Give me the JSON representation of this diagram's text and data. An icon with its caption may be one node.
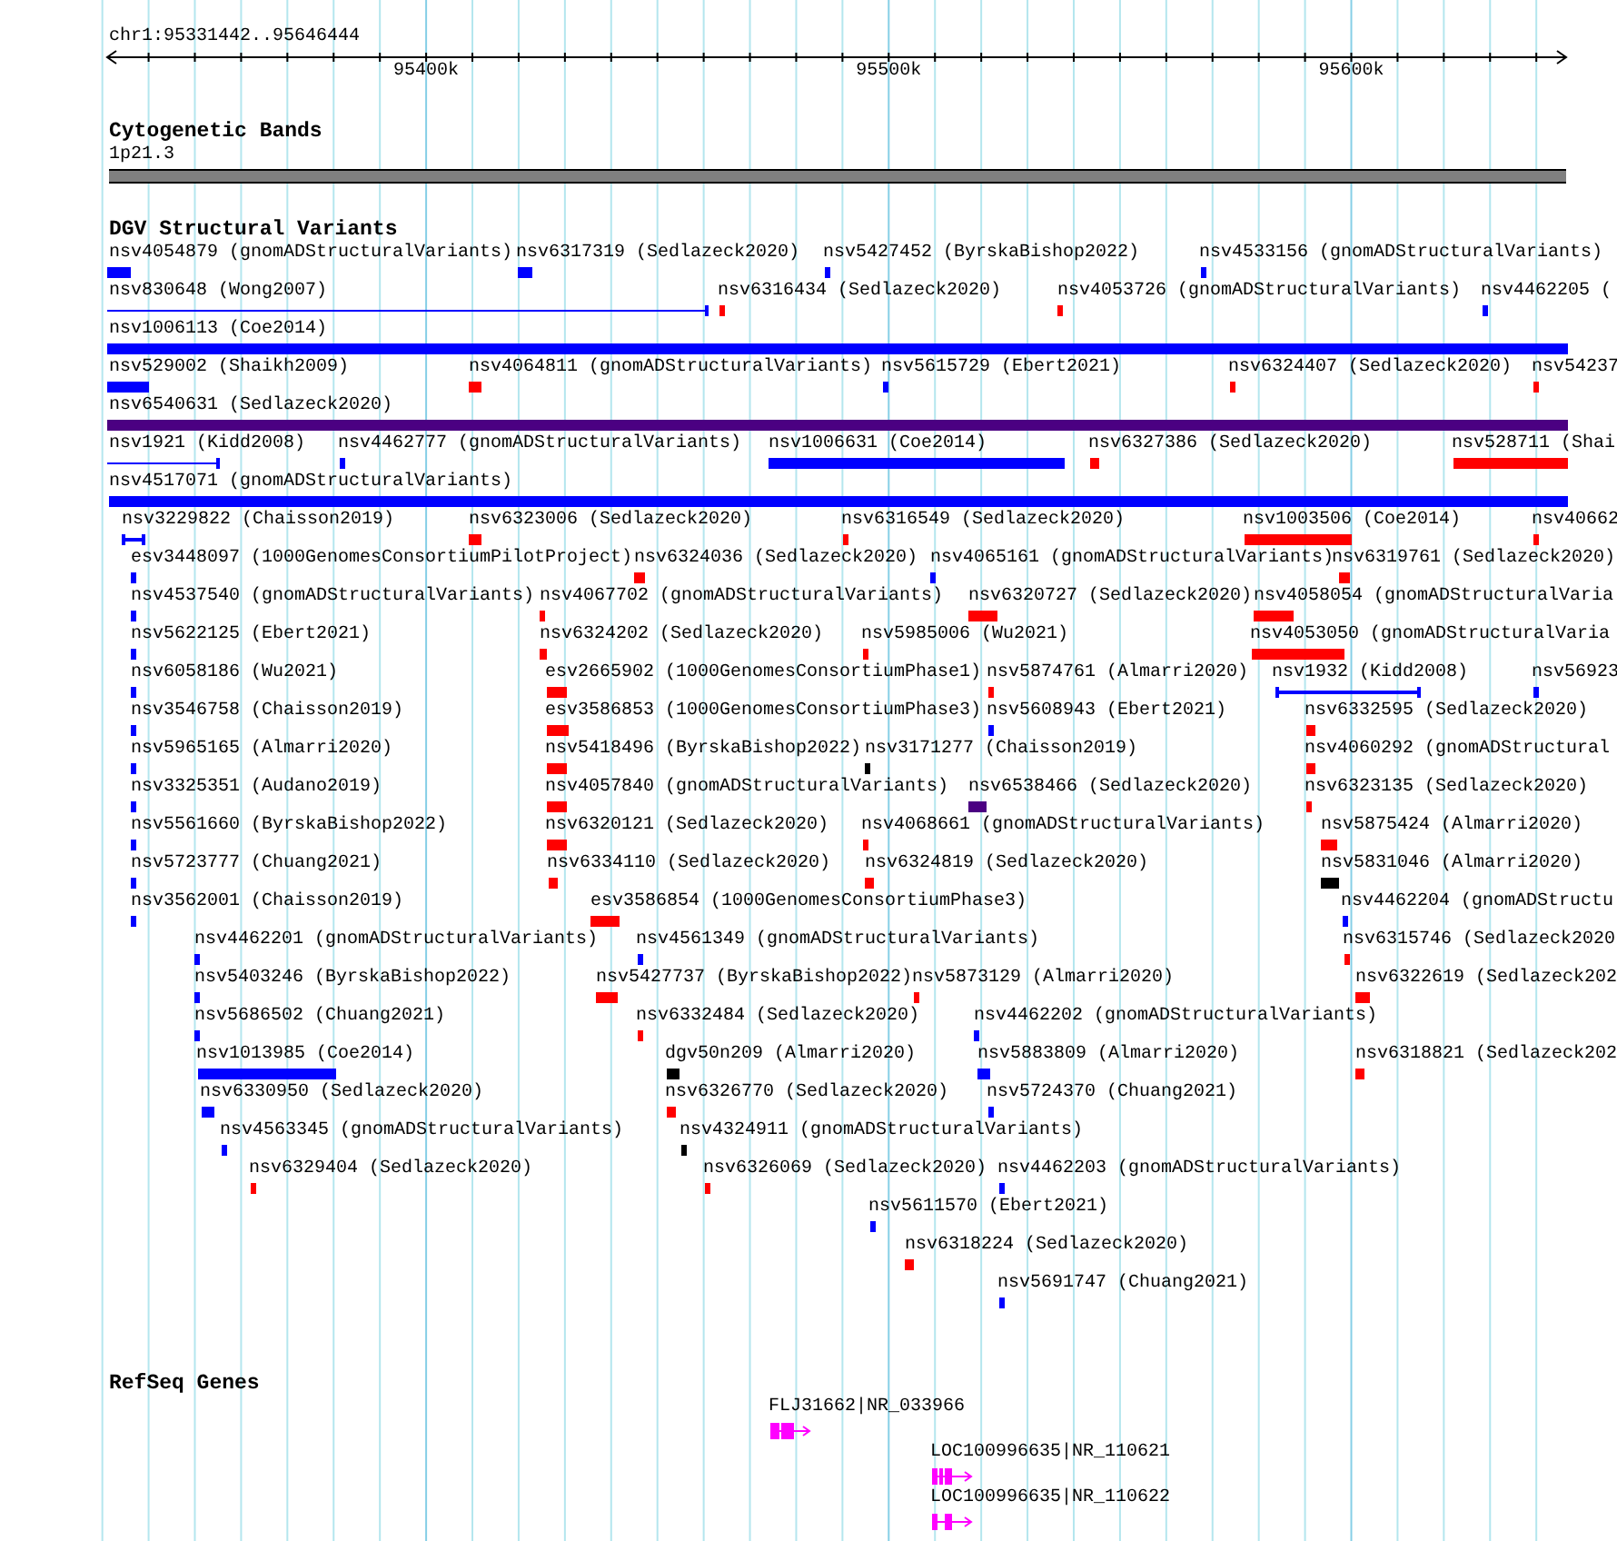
{
  "diagram": {
    "labels": [
      "chr1:95331442..95646444",
      "95400k",
      "95500k",
      "95600k",
      "Cytogenetic Bands",
      "1p21.3",
      "DGV Structural Variants",
      "nsv4054879 (gnomADStructuralVariants)",
      "nsv6317319 (Sedlazeck2020)",
      "nsv5427452 (ByrskaBishop2022)",
      "nsv4533156 (gnomADStructuralVariants)",
      "nsv830648 (Wong2007)",
      "nsv6316434 (Sedlazeck2020)",
      "nsv4053726 (gnomADStructuralVariants)",
      "nsv4462205 (",
      "nsv1006113 (Coe2014)",
      "nsv529002 (Shaikh2009)",
      "nsv4064811 (gnomADStructuralVariants)",
      "nsv5615729 (Ebert2021)",
      "nsv6324407 (Sedlazeck2020)",
      "nsv54237",
      "nsv6540631 (Sedlazeck2020)",
      "nsv1921 (Kidd2008)",
      "nsv4462777 (gnomADStructuralVariants)",
      "nsv1006631 (Coe2014)",
      "nsv6327386 (Sedlazeck2020)",
      "nsv528711 (Shai",
      "nsv4517071 (gnomADStructuralVariants)",
      "nsv3229822 (Chaisson2019)",
      "nsv6323006 (Sedlazeck2020)",
      "nsv6316549 (Sedlazeck2020)",
      "nsv1003506 (Coe2014)",
      "nsv40662",
      "esv3448097 (1000GenomesConsortiumPilotProject)",
      "nsv6324036 (Sedlazeck2020)",
      "nsv4065161 (gnomADStructuralVariants)",
      "nsv6319761 (Sedlazeck2020)",
      "nsv4537540 (gnomADStructuralVariants)",
      "nsv4067702 (gnomADStructuralVariants)",
      "nsv6320727 (Sedlazeck2020)",
      "nsv4058054 (gnomADStructuralVaria",
      "nsv5622125 (Ebert2021)",
      "nsv6324202 (Sedlazeck2020)",
      "nsv5985006 (Wu2021)",
      "nsv4053050 (gnomADStructuralVaria",
      "nsv6058186 (Wu2021)",
      "esv2665902 (1000GenomesConsortiumPhase1)",
      "nsv5874761 (Almarri2020)",
      "nsv1932 (Kidd2008)",
      "nsv56923",
      "nsv3546758 (Chaisson2019)",
      "esv3586853 (1000GenomesConsortiumPhase3)",
      "nsv5608943 (Ebert2021)",
      "nsv6332595 (Sedlazeck2020)",
      "nsv5965165 (Almarri2020)",
      "nsv5418496 (ByrskaBishop2022)",
      "nsv3171277 (Chaisson2019)",
      "nsv4060292 (gnomADStructural",
      "nsv3325351 (Audano2019)",
      "nsv4057840 (gnomADStructuralVariants)",
      "nsv6538466 (Sedlazeck2020)",
      "nsv6323135 (Sedlazeck2020)",
      "nsv5561660 (ByrskaBishop2022)",
      "nsv6320121 (Sedlazeck2020)",
      "nsv4068661 (gnomADStructuralVariants)",
      "nsv5875424 (Almarri2020)",
      "nsv5723777 (Chuang2021)",
      "nsv6334110 (Sedlazeck2020)",
      "nsv6324819 (Sedlazeck2020)",
      "nsv5831046 (Almarri2020)",
      "nsv3562001 (Chaisson2019)",
      "esv3586854 (1000GenomesConsortiumPhase3)",
      "nsv4462204 (gnomADStructu",
      "nsv4462201 (gnomADStructuralVariants)",
      "nsv4561349 (gnomADStructuralVariants)",
      "nsv6315746 (Sedlazeck2020",
      "nsv5403246 (ByrskaBishop2022)",
      "nsv5427737 (ByrskaBishop2022)",
      "nsv5873129 (Almarri2020)",
      "nsv6322619 (Sedlazeck202",
      "nsv5686502 (Chuang2021)",
      "nsv6332484 (Sedlazeck2020)",
      "nsv4462202 (gnomADStructuralVariants)",
      "nsv1013985 (Coe2014)",
      "dgv50n209 (Almarri2020)",
      "nsv5883809 (Almarri2020)",
      "nsv6318821 (Sedlazeck202",
      "nsv6330950 (Sedlazeck2020)",
      "nsv6326770 (Sedlazeck2020)",
      "nsv5724370 (Chuang2021)",
      "nsv4563345 (gnomADStructuralVariants)",
      "nsv4324911 (gnomADStructuralVariants)",
      "nsv6329404 (Sedlazeck2020)",
      "nsv6326069 (Sedlazeck2020)",
      "nsv4462203 (gnomADStructuralVariants)",
      "nsv5611570 (Ebert2021)",
      "nsv6318224 (Sedlazeck2020)",
      "nsv5691747 (Chuang2021)",
      "RefSeq Genes",
      "FLJ31662|NR_033966",
      "LOC100996635|NR_110621",
      "LOC100996635|NR_110622"
    ]
  }
}
